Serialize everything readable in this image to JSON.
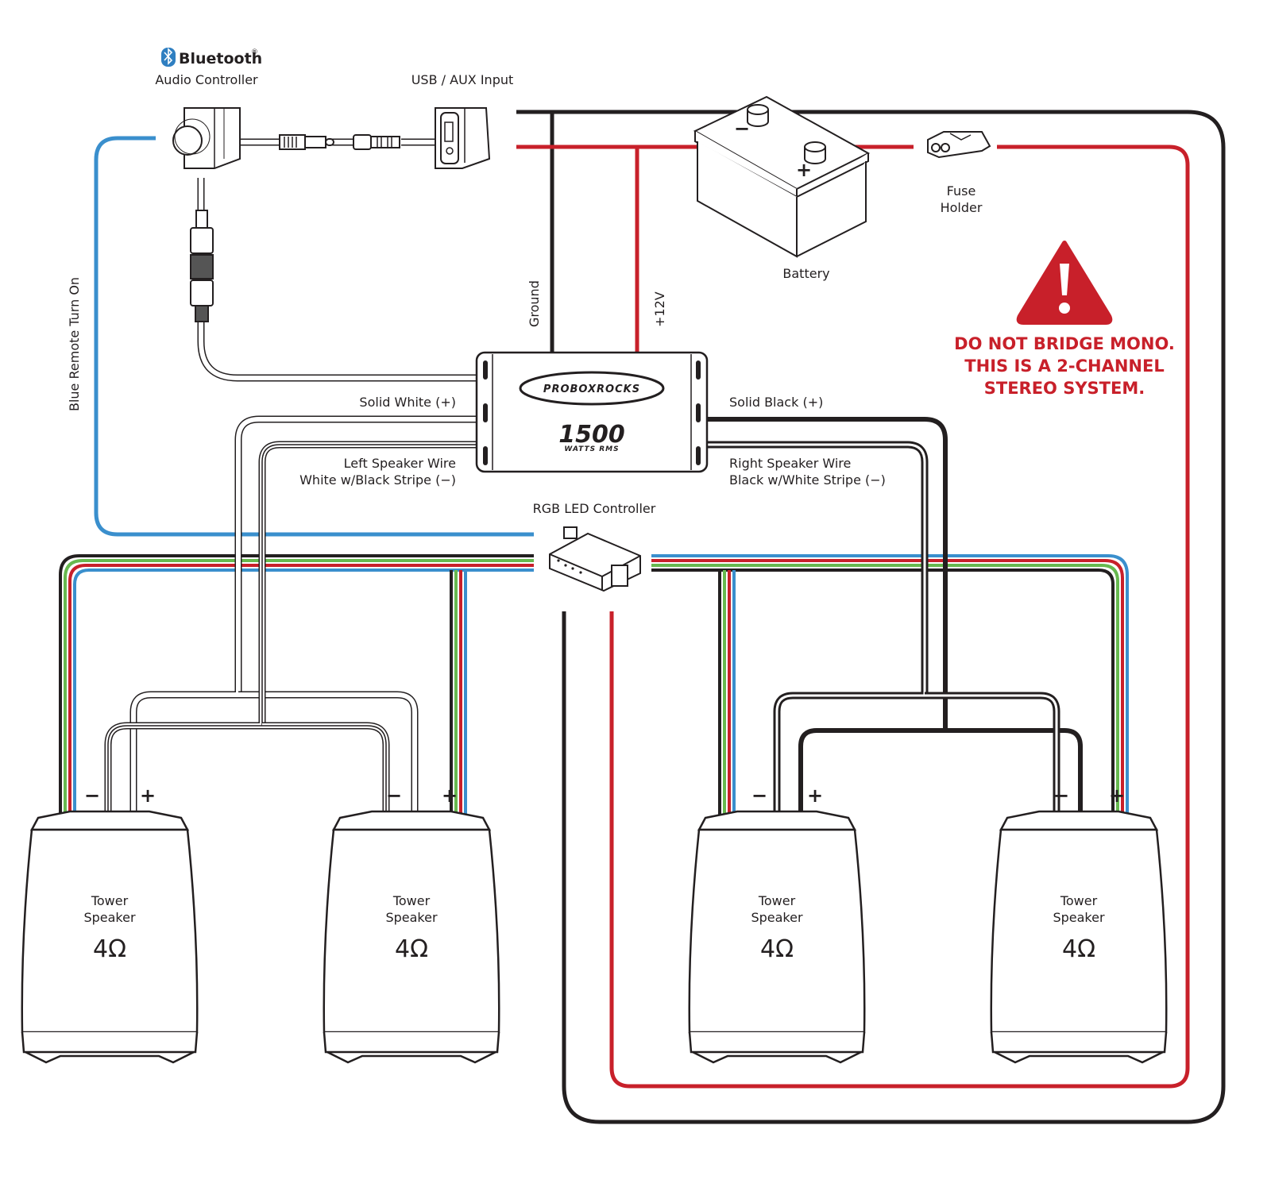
{
  "colors": {
    "ground": "#231f20",
    "power": "#c8202a",
    "remote": "#3a8fcd",
    "rgb_green": "#67b94f",
    "warning": "#c8202a"
  },
  "components": {
    "bluetooth_brand": "Bluetooth",
    "bluetooth_reg": "®",
    "audio_controller": "Audio Controller",
    "usb_aux": "USB / AUX Input",
    "battery": "Battery",
    "fuse_line1": "Fuse",
    "fuse_line2": "Holder",
    "rgb_controller": "RGB LED Controller",
    "amp_brand": "PROBOXROCKS",
    "amp_watts": "1500",
    "amp_rms": "WATTS RMS",
    "battery_neg": "−",
    "battery_pos": "+"
  },
  "wires": {
    "ground": "Ground",
    "plus12v": "+12V",
    "remote": "Blue Remote Turn On",
    "left_pos": "Solid White (+)",
    "left_neg_line1": "Left Speaker Wire",
    "left_neg_line2": "White w/Black Stripe (−)",
    "right_pos": "Solid Black (+)",
    "right_neg_line1": "Right Speaker Wire",
    "right_neg_line2": "Black w/White Stripe (−)"
  },
  "warning": {
    "icon": "warning-triangle-icon",
    "line1": "DO NOT BRIDGE MONO.",
    "line2": "THIS IS A 2-CHANNEL",
    "line3": "STEREO SYSTEM."
  },
  "speakers": [
    {
      "line1": "Tower",
      "line2": "Speaker",
      "impedance": "4Ω",
      "neg": "−",
      "pos": "+"
    },
    {
      "line1": "Tower",
      "line2": "Speaker",
      "impedance": "4Ω",
      "neg": "−",
      "pos": "+"
    },
    {
      "line1": "Tower",
      "line2": "Speaker",
      "impedance": "4Ω",
      "neg": "−",
      "pos": "+"
    },
    {
      "line1": "Tower",
      "line2": "Speaker",
      "impedance": "4Ω",
      "neg": "−",
      "pos": "+"
    }
  ]
}
